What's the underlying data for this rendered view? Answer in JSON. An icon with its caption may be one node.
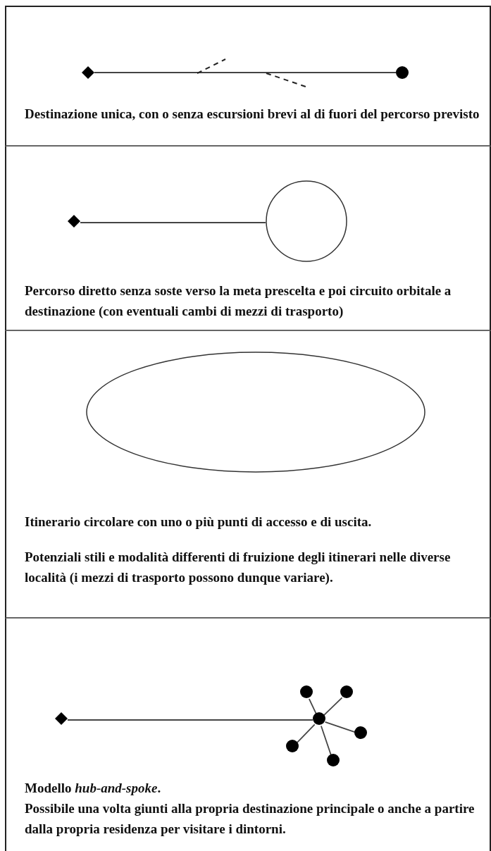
{
  "diagram": {
    "nodes": [
      {
        "text": [
          "Destinazione unica, con o senza escursioni brevi al di fuori del percorso previsto"
        ]
      },
      {
        "text": [],
        "shape": "diamond",
        "in": 0
      },
      {
        "text": [],
        "shape": "circle",
        "in": 0
      },
      {
        "text": [
          "Percorso diretto senza soste verso la meta prescelta e poi circuito orbitale a destinazione (con eventuali cambi di mezzi di trasporto)"
        ]
      },
      {
        "text": [],
        "shape": "diamond",
        "in": 3
      },
      {
        "text": [],
        "shape": "circle",
        "in": 3
      },
      {
        "text": [
          "Itinerario circolare con uno o più punti di accesso e di uscita.",
          "Potenziali stili e modalità differenti di fruizione degli itinerari nelle diverse località (i mezzi di trasporto possono dunque variare)."
        ]
      },
      {
        "text": [],
        "shape": "ellipse",
        "in": 6
      },
      {
        "text": [
          "Modello *hub-and-spoke*.",
          "Possibile una volta giunti alla propria destinazione principale o anche a partire dalla propria residenza per visitare i dintorni."
        ]
      },
      {
        "text": [],
        "shape": "diamond",
        "in": 8
      },
      {
        "text": [],
        "shape": "circle",
        "in": 8
      },
      {
        "text": [],
        "shape": "circle",
        "in": 8
      },
      {
        "text": [],
        "shape": "circle",
        "in": 8
      },
      {
        "text": [],
        "shape": "circle",
        "in": 8
      },
      {
        "text": [],
        "shape": "circle",
        "in": 8
      },
      {
        "text": [],
        "shape": "circle",
        "in": 8
      }
    ],
    "edges": [
      {
        "from": 1,
        "to": 2,
        "arrow": "none"
      },
      {
        "from": 4,
        "to": 5,
        "arrow": "none"
      },
      {
        "from": 9,
        "to": 10,
        "arrow": "none"
      },
      {
        "from": 10,
        "to": 11,
        "arrow": "none"
      },
      {
        "from": 10,
        "to": 12,
        "arrow": "none"
      },
      {
        "from": 10,
        "to": 13,
        "arrow": "none"
      },
      {
        "from": 10,
        "to": 14,
        "arrow": "none"
      },
      {
        "from": 10,
        "to": 15,
        "arrow": "none"
      }
    ]
  }
}
